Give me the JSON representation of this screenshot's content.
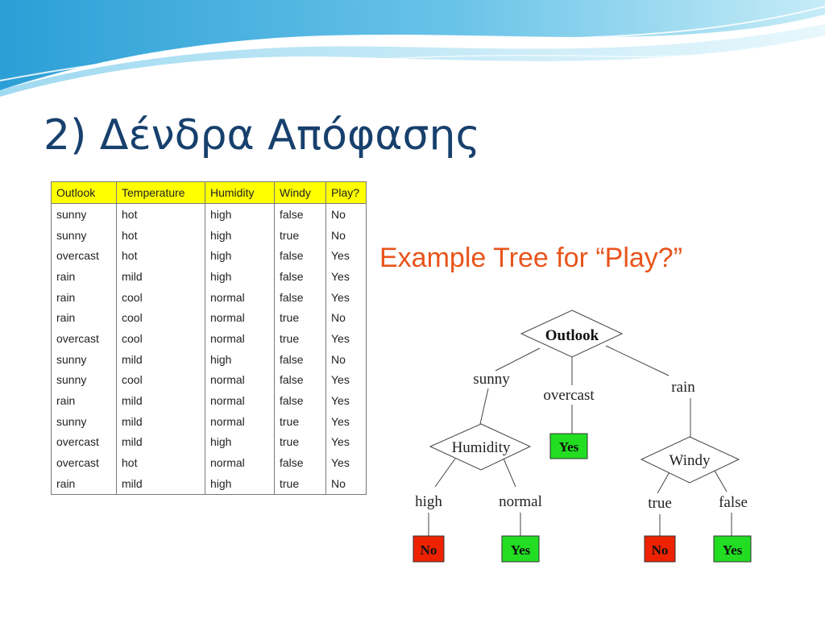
{
  "slide": {
    "title": "2) Δένδρα Απόφασης",
    "colors": {
      "title": "#17406d",
      "caption": "#e8541c",
      "header_fill": "#ffff00",
      "leaf_yes": "#22dd22",
      "leaf_no": "#ee2200"
    }
  },
  "table": {
    "headers": [
      "Outlook",
      "Temperature",
      "Humidity",
      "Windy",
      "Play?"
    ],
    "rows": [
      [
        "sunny",
        "hot",
        "high",
        "false",
        "No"
      ],
      [
        "sunny",
        "hot",
        "high",
        "true",
        "No"
      ],
      [
        "overcast",
        "hot",
        "high",
        "false",
        "Yes"
      ],
      [
        "rain",
        "mild",
        "high",
        "false",
        "Yes"
      ],
      [
        "rain",
        "cool",
        "normal",
        "false",
        "Yes"
      ],
      [
        "rain",
        "cool",
        "normal",
        "true",
        "No"
      ],
      [
        "overcast",
        "cool",
        "normal",
        "true",
        "Yes"
      ],
      [
        "sunny",
        "mild",
        "high",
        "false",
        "No"
      ],
      [
        "sunny",
        "cool",
        "normal",
        "false",
        "Yes"
      ],
      [
        "rain",
        "mild",
        "normal",
        "false",
        "Yes"
      ],
      [
        "sunny",
        "mild",
        "normal",
        "true",
        "Yes"
      ],
      [
        "overcast",
        "mild",
        "high",
        "true",
        "Yes"
      ],
      [
        "overcast",
        "hot",
        "normal",
        "false",
        "Yes"
      ],
      [
        "rain",
        "mild",
        "high",
        "true",
        "No"
      ]
    ]
  },
  "tree": {
    "caption": "Example Tree for “Play?”",
    "root": "Outlook",
    "edges": {
      "sunny": "sunny",
      "overcast": "overcast",
      "rain": "rain",
      "high": "high",
      "normal": "normal",
      "true": "true",
      "false": "false"
    },
    "nodes": {
      "humidity": "Humidity",
      "windy": "Windy"
    },
    "leaves": {
      "overcast": "Yes",
      "sunny_high": "No",
      "sunny_normal": "Yes",
      "rain_true": "No",
      "rain_false": "Yes"
    }
  }
}
